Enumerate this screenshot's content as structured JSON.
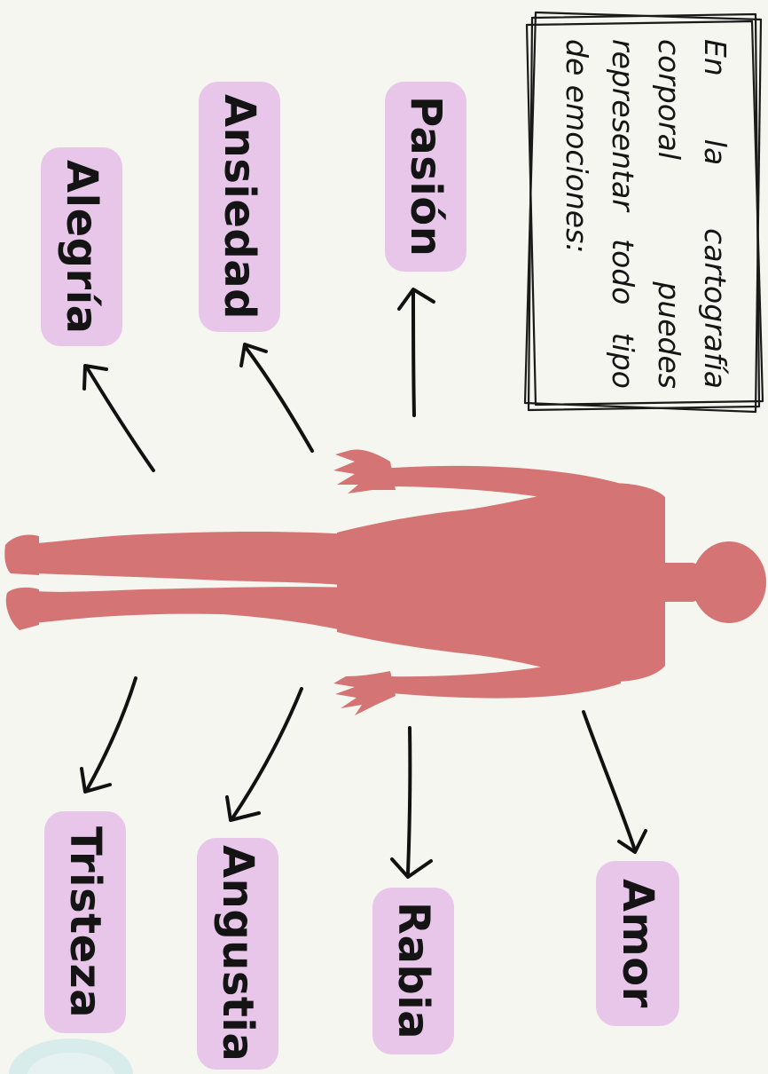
{
  "note": {
    "text": "En la cartografía corporal puedes representar todo tipo de emociones:"
  },
  "labels": {
    "pasion": "Pasión",
    "ansiedad": "Ansiedad",
    "alegria": "Alegría",
    "amor": "Amor",
    "rabia": "Rabia",
    "angustia": "Angustia",
    "tristeza": "Tristeza"
  },
  "colors": {
    "background": "#f6f6f0",
    "label_fill": "#e8c6ea",
    "body_fill": "#d47474",
    "ink": "#141414"
  },
  "icons": {
    "figure": "human-body-silhouette",
    "arrows": "hand-drawn-arrow"
  }
}
